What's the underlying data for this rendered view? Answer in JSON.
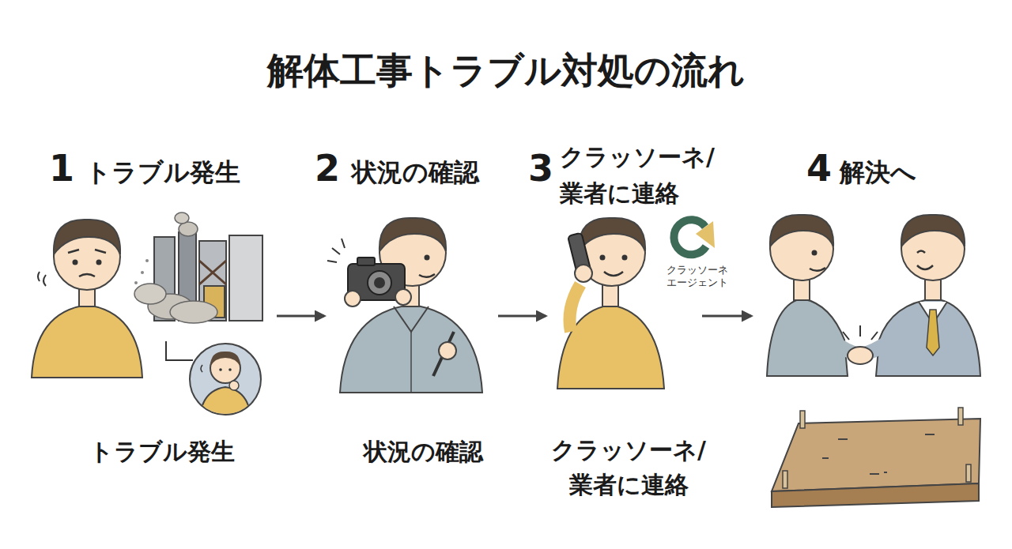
{
  "diagram": {
    "title": "解体工事トラブル対処の流れ",
    "nodes": [
      {
        "text": [
          "1",
          "トラブル発生",
          "トラブル発生"
        ]
      },
      {
        "text": [
          "2",
          "状況の確認",
          "状況の確認"
        ]
      },
      {
        "text": [
          "3",
          "クラッソーネ/ 業者に連絡",
          "クラッソーネ/ 業者に連絡"
        ]
      },
      {
        "text": [
          "4",
          "解決へ"
        ]
      }
    ],
    "edges": [
      {
        "from": 0,
        "to": 1,
        "arrow": "to"
      },
      {
        "from": 1,
        "to": 2,
        "arrow": "to"
      },
      {
        "from": 2,
        "to": 3,
        "arrow": "to"
      }
    ],
    "labels": [
      "クラッソーネ エージェント"
    ]
  }
}
